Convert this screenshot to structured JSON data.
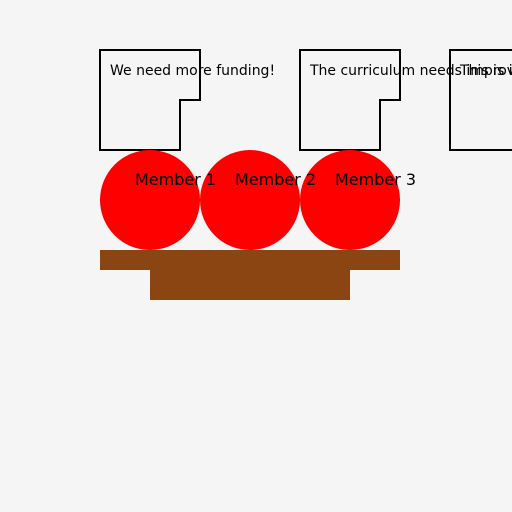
{
  "colors": {
    "background": "#f5f5f5",
    "member_fill": "#ff0000",
    "table_fill": "#8b4513",
    "bubble_stroke": "#000000",
    "bubble_fill": "#f5f5f5"
  },
  "speech_bubbles": [
    {
      "text": "We need more funding!"
    },
    {
      "text": "The curriculum needs improvement."
    },
    {
      "text": "This is important!"
    }
  ],
  "members": [
    {
      "label": "Member 1"
    },
    {
      "label": "Member 2"
    },
    {
      "label": "Member 3"
    }
  ]
}
